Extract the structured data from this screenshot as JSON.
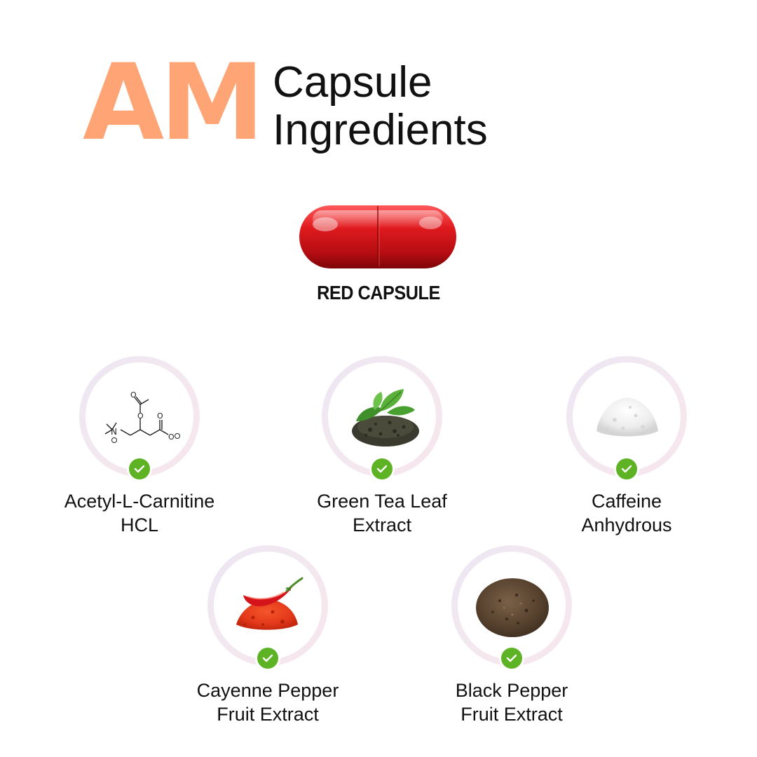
{
  "header": {
    "badge": "AM",
    "title_line1": "Capsule",
    "title_line2": "Ingredients",
    "badge_color": "#ffa475"
  },
  "capsule": {
    "label": "RED CAPSULE",
    "color": "#d2151b"
  },
  "ingredients": [
    {
      "line1": "Acetyl-L-Carnitine",
      "line2": "HCL",
      "icon": "acetyl-l-carnitine-structure-icon"
    },
    {
      "line1": "Green Tea Leaf",
      "line2": "Extract",
      "icon": "green-tea-leaf-icon"
    },
    {
      "line1": "Caffeine",
      "line2": "Anhydrous",
      "icon": "caffeine-powder-icon"
    },
    {
      "line1": "Cayenne Pepper",
      "line2": "Fruit Extract",
      "icon": "cayenne-pepper-icon"
    },
    {
      "line1": "Black Pepper",
      "line2": "Fruit Extract",
      "icon": "black-pepper-powder-icon"
    }
  ],
  "check_color": "#5db323"
}
